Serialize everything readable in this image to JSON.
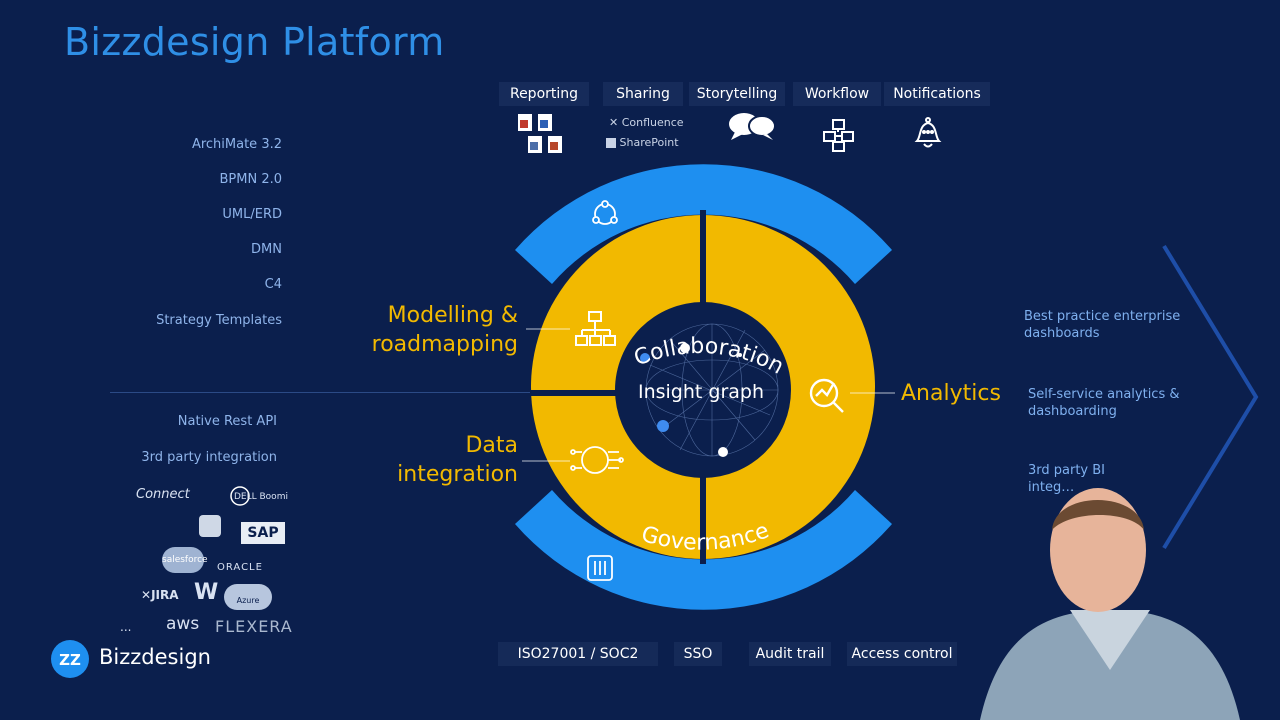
{
  "title": "Bizzdesign Platform",
  "features": [
    {
      "label": "Reporting",
      "icon": "office-files-icon"
    },
    {
      "label": "Sharing",
      "icon": "sharing-icon",
      "items": [
        "Confluence",
        "SharePoint"
      ]
    },
    {
      "label": "Storytelling",
      "icon": "speech-bubbles-icon"
    },
    {
      "label": "Workflow",
      "icon": "workflow-icon"
    },
    {
      "label": "Notifications",
      "icon": "bell-icon"
    }
  ],
  "modelling_standards": [
    "ArchiMate 3.2",
    "BPMN 2.0",
    "UML/ERD",
    "DMN",
    "C4",
    "Strategy Templates"
  ],
  "integration": {
    "items": [
      "Native Rest API",
      "3rd party integration"
    ],
    "connect_label": "Connect",
    "logos": [
      "DELL Boomi",
      "SAP",
      "salesforce",
      "ORACLE",
      "JIRA",
      "Azure",
      "aws",
      "FLEXERA",
      "..."
    ]
  },
  "ring": {
    "top": "Collaboration",
    "bottom": "Governance",
    "center": "Insight graph",
    "segments": {
      "modelling": "Modelling &\nroadmapping",
      "data": "Data\nintegration",
      "analytics": "Analytics"
    }
  },
  "analytics_items": [
    "Best practice enterprise dashboards",
    "Self-service analytics & dashboarding",
    "3rd party BI integ…"
  ],
  "governance_items": [
    "ISO27001 / SOC2",
    "SSO",
    "Audit trail",
    "Access control"
  ],
  "footer_logo": "Bizzdesign",
  "colors": {
    "background": "#0b1f4d",
    "accent_blue": "#1e8ff0",
    "yellow": "#f2b900",
    "title_blue": "#2f8fe6"
  }
}
